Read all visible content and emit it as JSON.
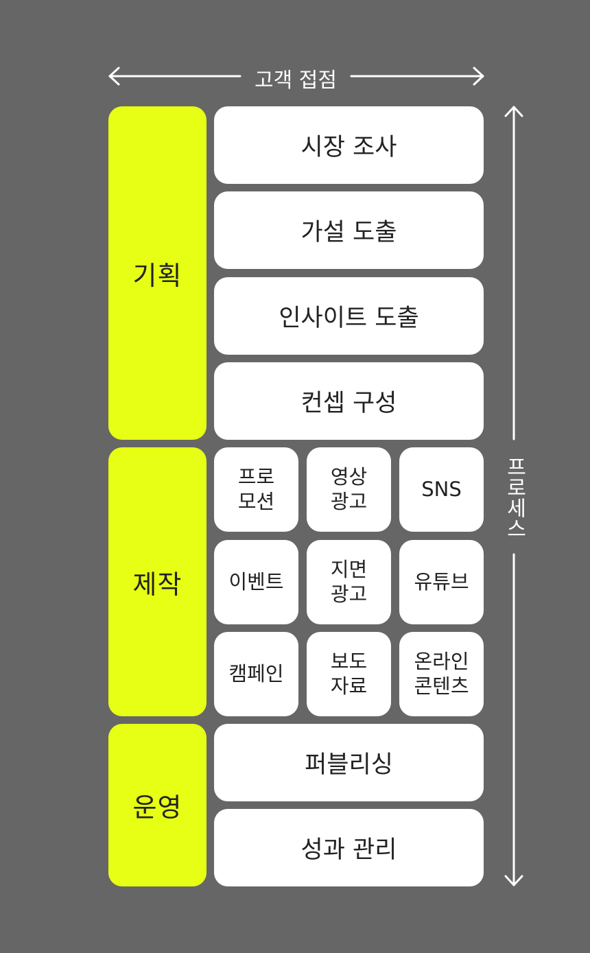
{
  "top_axis": {
    "label": "고객 접점"
  },
  "side_axis": {
    "label": "프로세스"
  },
  "phases": {
    "planning": "기획",
    "production": "제작",
    "operation": "운영"
  },
  "planning_steps": [
    "시장 조사",
    "가설 도출",
    "인사이트 도출",
    "컨셉 구성"
  ],
  "production_items": [
    "프로\n모션",
    "영상\n광고",
    "SNS",
    "이벤트",
    "지면\n광고",
    "유튜브",
    "캠페인",
    "보도\n자료",
    "온라인\n콘텐츠"
  ],
  "operation_steps": [
    "퍼블리싱",
    "성과 관리"
  ],
  "colors": {
    "background": "#666666",
    "phase_accent": "#e6ff14",
    "box": "#ffffff",
    "text": "#222222",
    "arrow": "#ffffff"
  }
}
